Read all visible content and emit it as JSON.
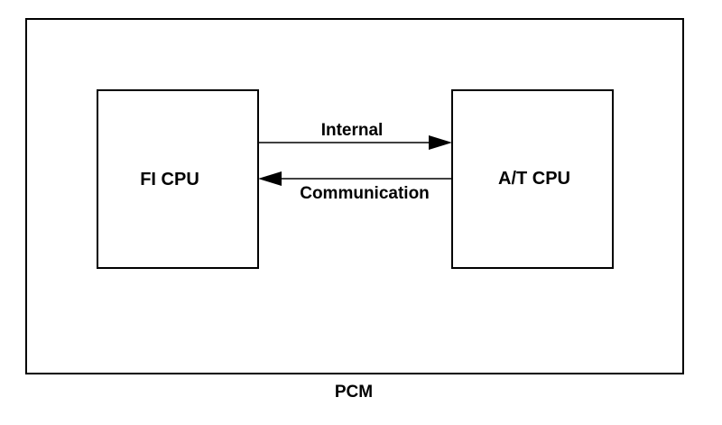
{
  "diagram": {
    "container_label": "PCM",
    "left_block_label": "FI CPU",
    "right_block_label": "A/T CPU",
    "arrow_top_label": "Internal",
    "arrow_bottom_label": "Communication"
  }
}
